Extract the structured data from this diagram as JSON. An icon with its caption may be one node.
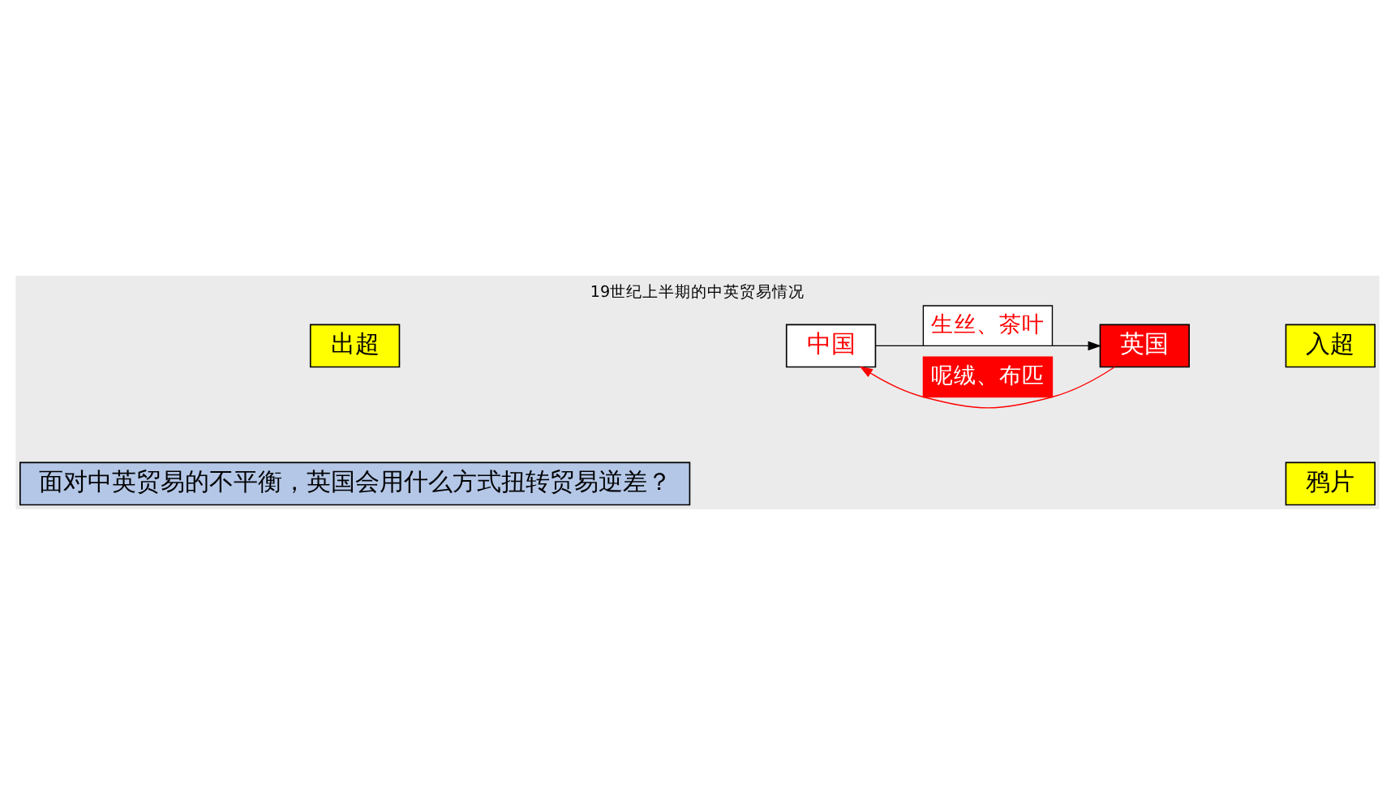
{
  "diagram": {
    "title": "19世纪上半期的中英贸易情况",
    "nodes": [
      {
        "text": [
          "出超"
        ]
      },
      {
        "text": [
          "中国"
        ]
      },
      {
        "text": [
          "英国"
        ]
      },
      {
        "text": [
          "入超"
        ]
      },
      {
        "text": [
          "面对中英贸易的不平衡，英国会用什么方式扭转贸易逆差？"
        ]
      },
      {
        "text": [
          "鸦片"
        ]
      }
    ],
    "edges": [
      {
        "from": 1,
        "to": 2,
        "arrow": "to",
        "label": "生丝、茶叶"
      },
      {
        "from": 2,
        "to": 1,
        "arrow": "to",
        "label": "呢绒、布匹",
        "color": "#ff0000"
      }
    ]
  }
}
